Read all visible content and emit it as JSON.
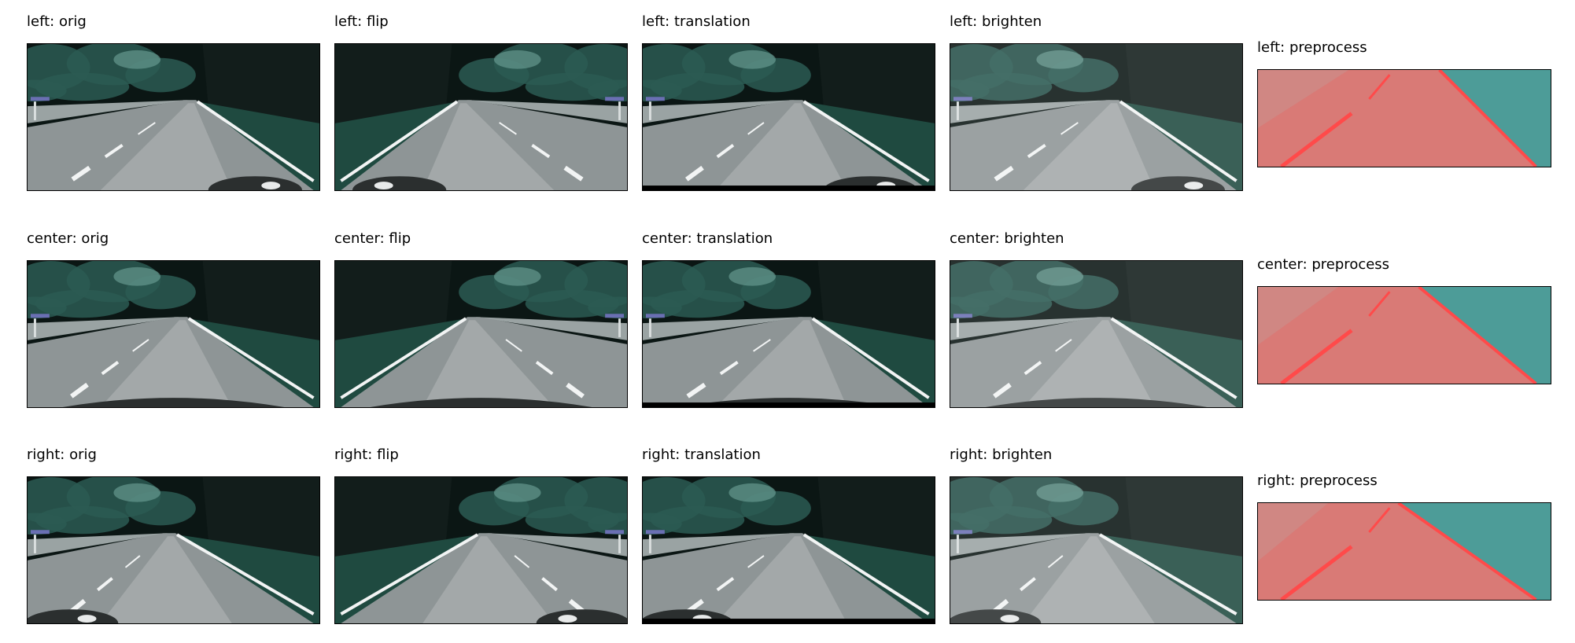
{
  "rows": [
    {
      "camera": "left",
      "titles": [
        "left: orig",
        "left: flip",
        "left: translation",
        "left: brighten",
        "left: preprocess"
      ]
    },
    {
      "camera": "center",
      "titles": [
        "center: orig",
        "center: flip",
        "center: translation",
        "center: brighten",
        "center: preprocess"
      ]
    },
    {
      "camera": "right",
      "titles": [
        "right: orig",
        "right: flip",
        "right: translation",
        "right: brighten",
        "right: preprocess"
      ]
    }
  ],
  "colors": {
    "sky_dark": "#0b1614",
    "foliage": "#2c5a52",
    "foliage_light": "#6fa39a",
    "road": "#8e9596",
    "road_light": "#b7bcbc",
    "grass": "#1f4a40",
    "lane": "#f2f4f4",
    "hood": "#2b2f2f",
    "pre_red": "#d97a76",
    "pre_teal": "#4d9c98",
    "pre_line": "#ff4a4a"
  }
}
